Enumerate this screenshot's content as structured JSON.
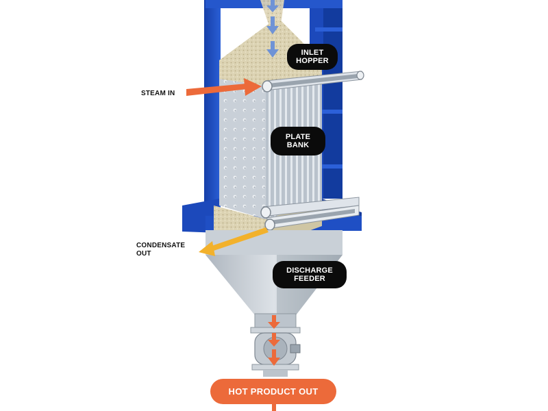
{
  "labels": {
    "inlet_hopper": [
      "INLET",
      "HOPPER"
    ],
    "plate_bank": [
      "PLATE",
      "BANK"
    ],
    "discharge_feeder": [
      "DISCHARGE",
      "FEEDER"
    ],
    "steam_in": "STEAM IN",
    "condensate_out": [
      "CONDENSATE",
      "OUT"
    ],
    "hot_product_out": "HOT PRODUCT OUT"
  },
  "colors": {
    "housing_blue": "#1f4fc4",
    "housing_blue_dark": "#143a9a",
    "product_fill": "#d9cfae",
    "steel": "#c4cbd3",
    "steam_arrow": "#ec6a3a",
    "condensate_arrow": "#f2b12c",
    "product_arrow": "#ec6a3a",
    "inlet_arrow": "#6f93d6",
    "pill_bg": "#0b0b0b",
    "out_button_bg": "#ec6a3a"
  },
  "icons": {
    "steam_in_arrow": "arrow-right-icon",
    "condensate_out_arrow": "arrow-down-left-icon",
    "inlet_arrows": "arrow-down-icon",
    "discharge_arrows": "arrow-down-icon"
  }
}
